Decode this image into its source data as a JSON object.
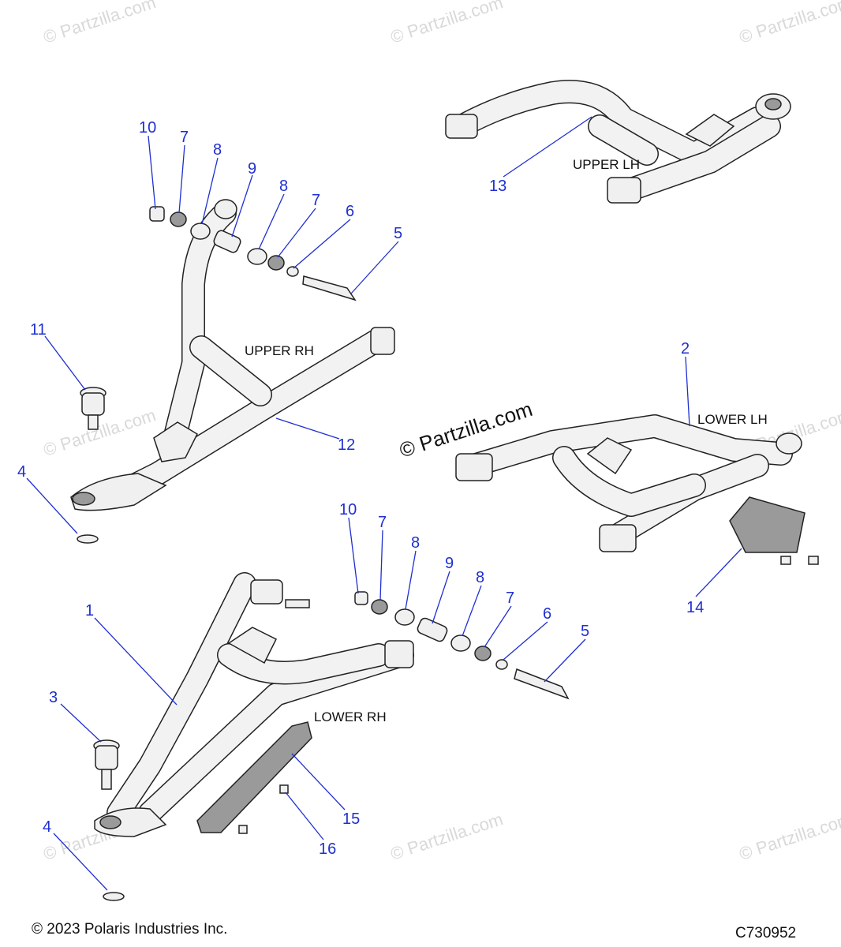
{
  "watermark": "© Partzilla.com",
  "watermark_center": "© Partzilla.com",
  "footer": {
    "copyright": "© 2023 Polaris Industries Inc.",
    "diagram_code": "C730952"
  },
  "section_labels": {
    "upper_lh": "UPPER LH",
    "upper_rh": "UPPER RH",
    "lower_lh": "LOWER LH",
    "lower_rh": "LOWER RH"
  },
  "callouts": {
    "c1": "1",
    "c2": "2",
    "c3": "3",
    "c4a": "4",
    "c4b": "4",
    "c5a": "5",
    "c5b": "5",
    "c6a": "6",
    "c6b": "6",
    "c7a": "7",
    "c7b": "7",
    "c7c": "7",
    "c7d": "7",
    "c8a": "8",
    "c8b": "8",
    "c8c": "8",
    "c8d": "8",
    "c9a": "9",
    "c9b": "9",
    "c10a": "10",
    "c10b": "10",
    "c11": "11",
    "c12": "12",
    "c13": "13",
    "c14": "14",
    "c15": "15",
    "c16": "16"
  },
  "colors": {
    "callout": "#1f2fd0",
    "line": "#222222"
  }
}
